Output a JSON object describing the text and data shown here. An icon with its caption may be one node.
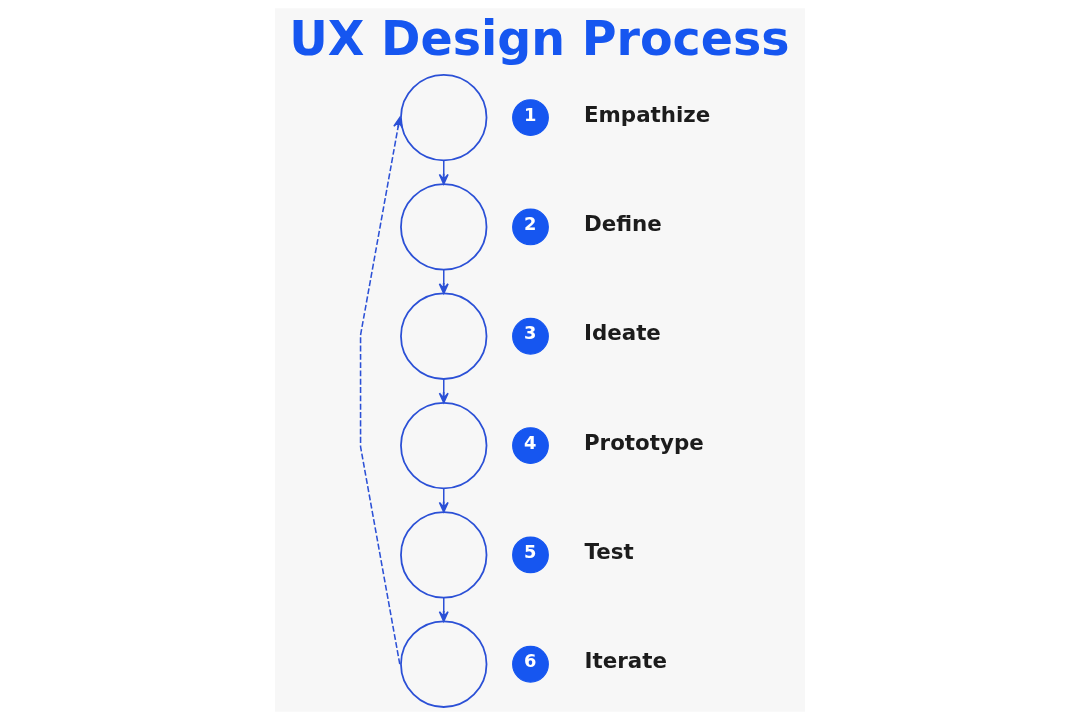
{
  "diagram": {
    "title": "UX Design Process",
    "nodes": [
      {
        "text": [],
        "shape": "circle"
      },
      {
        "text": [
          "1"
        ],
        "beside": [
          "Empathize"
        ]
      },
      {
        "text": [],
        "shape": "circle"
      },
      {
        "text": [
          "2"
        ],
        "beside": [
          "Define"
        ]
      },
      {
        "text": [],
        "shape": "circle"
      },
      {
        "text": [
          "3"
        ],
        "beside": [
          "Ideate"
        ]
      },
      {
        "text": [],
        "shape": "circle"
      },
      {
        "text": [
          "4"
        ],
        "beside": [
          "Prototype"
        ]
      },
      {
        "text": [],
        "shape": "circle"
      },
      {
        "text": [
          "5"
        ],
        "beside": [
          "Test"
        ]
      },
      {
        "text": [],
        "shape": "circle"
      },
      {
        "text": [
          "6"
        ],
        "beside": [
          "Iterate"
        ]
      }
    ],
    "edges": [
      {
        "from": 0,
        "to": 2,
        "arrow": "to"
      },
      {
        "from": 2,
        "to": 4,
        "arrow": "to"
      },
      {
        "from": 4,
        "to": 6,
        "arrow": "to"
      },
      {
        "from": 6,
        "to": 8,
        "arrow": "to"
      },
      {
        "from": 8,
        "to": 10,
        "arrow": "to"
      },
      {
        "from": 10,
        "to": 0,
        "arrow": "to",
        "style": "dashed"
      }
    ]
  }
}
